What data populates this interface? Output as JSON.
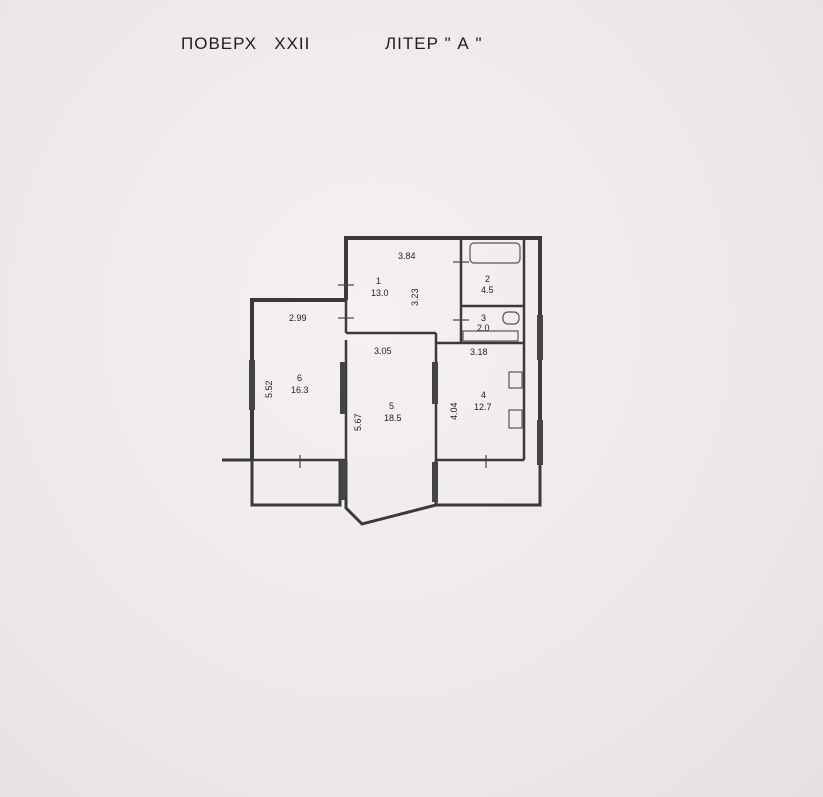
{
  "heading": {
    "floor": "ПОВЕРХ   XXII",
    "section": "ЛІТЕР \" А \""
  },
  "rooms": [
    {
      "num": "1",
      "area": "13.0"
    },
    {
      "num": "2",
      "area": "4.5"
    },
    {
      "num": "3",
      "area": "2.0"
    },
    {
      "num": "4",
      "area": "12.7"
    },
    {
      "num": "5",
      "area": "18.5"
    },
    {
      "num": "6",
      "area": "16.3"
    }
  ],
  "dimensions": {
    "d1_width": "3.84",
    "d1_length": "3.23",
    "d6_width": "2.99",
    "d6_length": "5.52",
    "d5_width": "3.05",
    "d5_length": "5.67",
    "d4_width": "3.18",
    "d4_length": "4.04"
  },
  "colors": {
    "wall": "#3a3a3a",
    "window": "#444444"
  }
}
